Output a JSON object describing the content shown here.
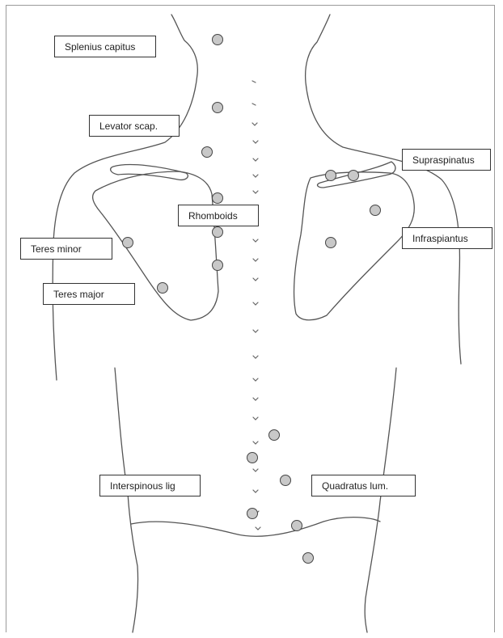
{
  "labels": {
    "splenius_capitus": "Splenius capitus",
    "levator_scap": "Levator scap.",
    "supraspinatus": "Supraspinatus",
    "rhomboids": "Rhomboids",
    "infraspiantus": "Infraspiantus",
    "teres_minor": "Teres minor",
    "teres_major": "Teres major",
    "interspinous_lig": "Interspinous lig",
    "quadratus_lum": "Quadratus lum."
  },
  "colors": {
    "point_fill": "#c8c8c8",
    "point_stroke": "#444444",
    "outline": "#555555"
  }
}
